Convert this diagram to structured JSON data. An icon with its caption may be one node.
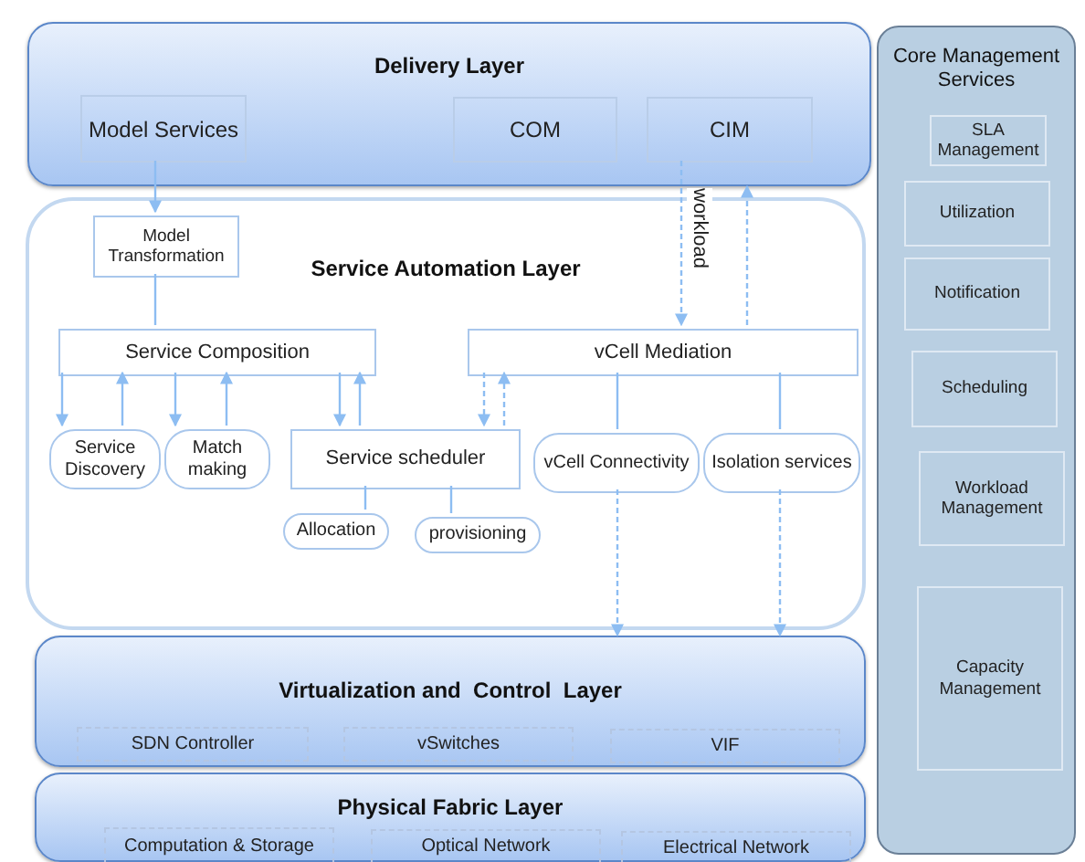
{
  "diagram": {
    "nodes": [
      {
        "text": [
          "Delivery Layer"
        ]
      },
      {
        "text": [
          "Model Services"
        ],
        "in": 0
      },
      {
        "text": [
          "COM"
        ],
        "in": 0
      },
      {
        "text": [
          "CIM"
        ],
        "in": 0
      },
      {
        "text": [
          "Service Automation Layer"
        ]
      },
      {
        "text": [
          "Model Transformation"
        ],
        "in": 4
      },
      {
        "text": [
          "Service Composition"
        ],
        "in": 4
      },
      {
        "text": [
          "vCell Mediation"
        ],
        "in": 4
      },
      {
        "text": [
          "Service Discovery"
        ],
        "in": 4
      },
      {
        "text": [
          "Match making"
        ],
        "in": 4
      },
      {
        "text": [
          "Service scheduler"
        ],
        "in": 4
      },
      {
        "text": [
          "vCell Connectivity"
        ],
        "in": 4
      },
      {
        "text": [
          "Isolation services"
        ],
        "in": 4
      },
      {
        "text": [
          "Allocation"
        ],
        "in": 4
      },
      {
        "text": [
          "provisioning"
        ],
        "in": 4
      },
      {
        "text": [
          "Virtualization and  Control  Layer"
        ]
      },
      {
        "text": [
          "SDN Controller"
        ],
        "in": 15
      },
      {
        "text": [
          "vSwitches"
        ],
        "in": 15
      },
      {
        "text": [
          "VIF"
        ],
        "in": 15
      },
      {
        "text": [
          "Physical Fabric Layer"
        ]
      },
      {
        "text": [
          "Computation & Storage"
        ],
        "in": 19
      },
      {
        "text": [
          "Optical Network"
        ],
        "in": 19
      },
      {
        "text": [
          "Electrical Network"
        ],
        "in": 19
      },
      {
        "text": [
          "Core Management Services"
        ]
      },
      {
        "text": [
          "SLA Management"
        ],
        "in": 23
      },
      {
        "text": [
          "Utilization"
        ],
        "in": 23
      },
      {
        "text": [
          "Notification"
        ],
        "in": 23
      },
      {
        "text": [
          "Scheduling"
        ],
        "in": 23
      },
      {
        "text": [
          "Workload Management"
        ],
        "in": 23
      },
      {
        "text": [
          "Capacity Management"
        ],
        "in": 23
      }
    ],
    "edges": [
      {
        "from": 1,
        "to": 5,
        "arrow": "to"
      },
      {
        "from": 5,
        "to": 6,
        "arrow": "none"
      },
      {
        "from": 6,
        "to": 8,
        "arrow": "to"
      },
      {
        "from": 8,
        "to": 6,
        "arrow": "to"
      },
      {
        "from": 6,
        "to": 9,
        "arrow": "to"
      },
      {
        "from": 9,
        "to": 6,
        "arrow": "to"
      },
      {
        "from": 6,
        "to": 10,
        "arrow": "to"
      },
      {
        "from": 10,
        "to": 6,
        "arrow": "to"
      },
      {
        "from": 7,
        "to": 10,
        "arrow": "to",
        "style": "dashed"
      },
      {
        "from": 10,
        "to": 7,
        "arrow": "to",
        "style": "dashed"
      },
      {
        "from": 10,
        "to": 13,
        "arrow": "none"
      },
      {
        "from": 10,
        "to": 14,
        "arrow": "none"
      },
      {
        "from": 3,
        "to": 7,
        "arrow": "to",
        "label": "workload",
        "style": "dashed"
      },
      {
        "from": 7,
        "to": 0,
        "arrow": "to",
        "style": "dashed"
      },
      {
        "from": 11,
        "to": 15,
        "arrow": "to",
        "style": "dashed"
      },
      {
        "from": 12,
        "to": 15,
        "arrow": "to",
        "style": "dashed"
      },
      {
        "from": 7,
        "to": 11,
        "arrow": "none"
      },
      {
        "from": 7,
        "to": 12,
        "arrow": "none"
      }
    ]
  }
}
